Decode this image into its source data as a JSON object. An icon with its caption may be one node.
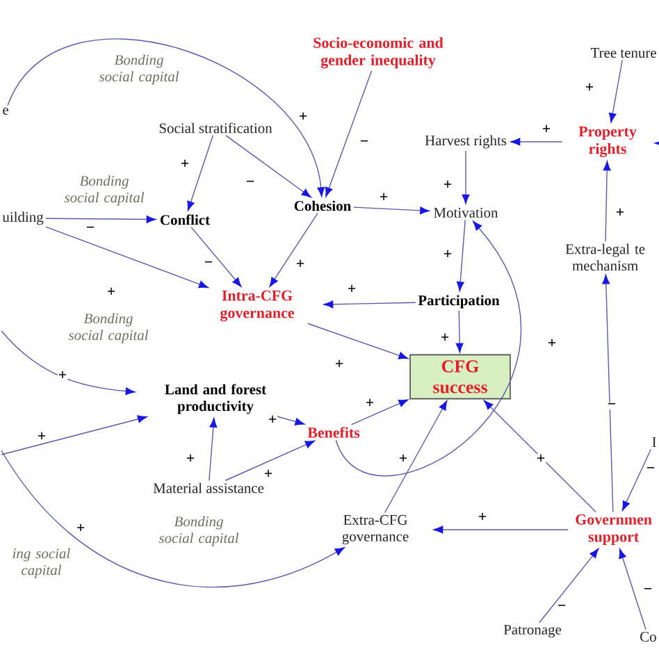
{
  "diagram": {
    "nodes": [
      {
        "text": [
          "e"
        ]
      },
      {
        "text": [
          "Socio-economic and gender inequality"
        ]
      },
      {
        "text": [
          "Tree tenure"
        ]
      },
      {
        "text": [
          "Social stratification"
        ]
      },
      {
        "text": [
          "Harvest rights"
        ]
      },
      {
        "text": [
          "Property rights"
        ]
      },
      {
        "text": [
          "uilding"
        ]
      },
      {
        "text": [
          "Conflict"
        ]
      },
      {
        "text": [
          "Cohesion"
        ]
      },
      {
        "text": [
          "Motivation"
        ]
      },
      {
        "text": [
          "Extra-legal te mechanism"
        ]
      },
      {
        "text": [
          "Intra-CFG governance"
        ]
      },
      {
        "text": [
          "Participation"
        ]
      },
      {
        "text": [
          "CFG success"
        ]
      },
      {
        "text": [
          "Land and forest productivity"
        ]
      },
      {
        "text": [
          "Benefits"
        ]
      },
      {
        "text": [
          "Material assistance"
        ]
      },
      {
        "text": [
          "Extra-CFG governance"
        ]
      },
      {
        "text": [
          "Governmen support"
        ]
      },
      {
        "text": [
          "Patronage"
        ]
      },
      {
        "text": [
          "Co"
        ]
      },
      {
        "text": [
          "I"
        ]
      }
    ],
    "edges": [
      {
        "from": 0,
        "to": 8,
        "arrow": "to",
        "label": "+"
      },
      {
        "from": 1,
        "to": 8,
        "arrow": "to",
        "label": "−"
      },
      {
        "from": 3,
        "to": 7,
        "arrow": "to",
        "label": "+"
      },
      {
        "from": 3,
        "to": 8,
        "arrow": "to",
        "label": "−"
      },
      {
        "from": 6,
        "to": 7,
        "arrow": "to",
        "label": "−"
      },
      {
        "from": 6,
        "to": 11,
        "arrow": "to",
        "label": "+"
      },
      {
        "from": 7,
        "to": 11,
        "arrow": "to",
        "label": "−"
      },
      {
        "from": 8,
        "to": 11,
        "arrow": "to",
        "label": "+"
      },
      {
        "from": 8,
        "to": 9,
        "arrow": "to",
        "label": "+"
      },
      {
        "from": 2,
        "to": 5,
        "arrow": "to",
        "label": "+"
      },
      {
        "from": 5,
        "to": 4,
        "arrow": "to",
        "label": "+"
      },
      {
        "from": 4,
        "to": 9,
        "arrow": "to",
        "label": "+"
      },
      {
        "from": 9,
        "to": 12,
        "arrow": "to",
        "label": "+"
      },
      {
        "from": 12,
        "to": 11,
        "arrow": "to",
        "label": "+"
      },
      {
        "from": 12,
        "to": 13,
        "arrow": "to",
        "label": "+"
      },
      {
        "from": 10,
        "to": 5,
        "arrow": "to",
        "label": "+"
      },
      {
        "from": 18,
        "to": 10,
        "arrow": "to",
        "label": "−"
      },
      {
        "from": 11,
        "to": 13,
        "arrow": "to",
        "label": "+"
      },
      {
        "from": 15,
        "to": 13,
        "arrow": "to",
        "label": "+"
      },
      {
        "from": 17,
        "to": 13,
        "arrow": "to",
        "label": "+"
      },
      {
        "from": 18,
        "to": 13,
        "arrow": "to",
        "label": "+"
      },
      {
        "from": 18,
        "to": 17,
        "arrow": "to",
        "label": "+"
      },
      {
        "from": 15,
        "to": 9,
        "arrow": "to",
        "label": "+"
      },
      {
        "from": 14,
        "to": 15,
        "arrow": "to",
        "label": "+"
      },
      {
        "from": 16,
        "to": 14,
        "arrow": "to",
        "label": "+"
      },
      {
        "from": 16,
        "to": 15,
        "arrow": "to",
        "label": "+"
      },
      {
        "from": 21,
        "to": 18,
        "arrow": "to",
        "label": "−"
      },
      {
        "from": 19,
        "to": 18,
        "arrow": "to",
        "label": "−"
      },
      {
        "from": 20,
        "to": 18,
        "arrow": "to",
        "label": "−"
      },
      {
        "from": null,
        "to": 14,
        "arrow": "to",
        "label": "+"
      },
      {
        "from": null,
        "to": 14,
        "arrow": "to",
        "label": "+"
      },
      {
        "from": null,
        "to": 17,
        "arrow": "to",
        "label": "+"
      },
      {
        "from": null,
        "to": 5,
        "arrow": "to"
      }
    ],
    "labels": [
      "Bonding social capital",
      "Bonding social capital",
      "Bonding social capital",
      "Bonding social capital",
      "ing social capital"
    ]
  }
}
